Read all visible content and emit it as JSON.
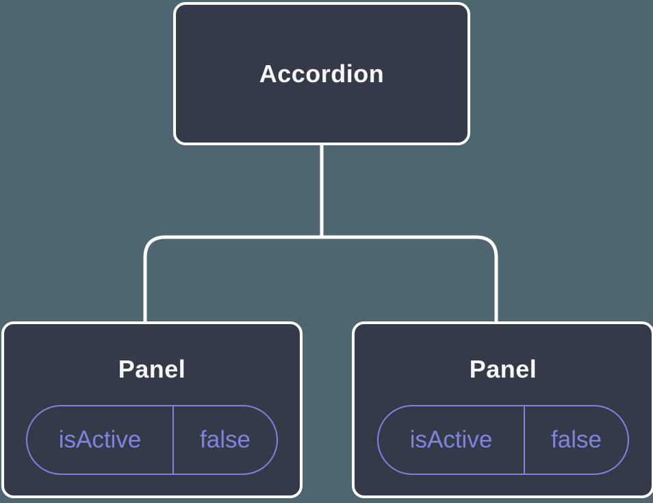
{
  "diagram": {
    "type": "component-tree",
    "colors": {
      "background": "#4d6670",
      "node_fill": "#343a47",
      "node_border": "#ffffff",
      "connector": "#ffffff",
      "accent_purple": "#7e84e0",
      "title_text": "#f6f7f9"
    },
    "root": {
      "label": "Accordion"
    },
    "children": [
      {
        "label": "Panel",
        "state": {
          "name": "isActive",
          "value": "false"
        }
      },
      {
        "label": "Panel",
        "state": {
          "name": "isActive",
          "value": "false"
        }
      }
    ]
  }
}
